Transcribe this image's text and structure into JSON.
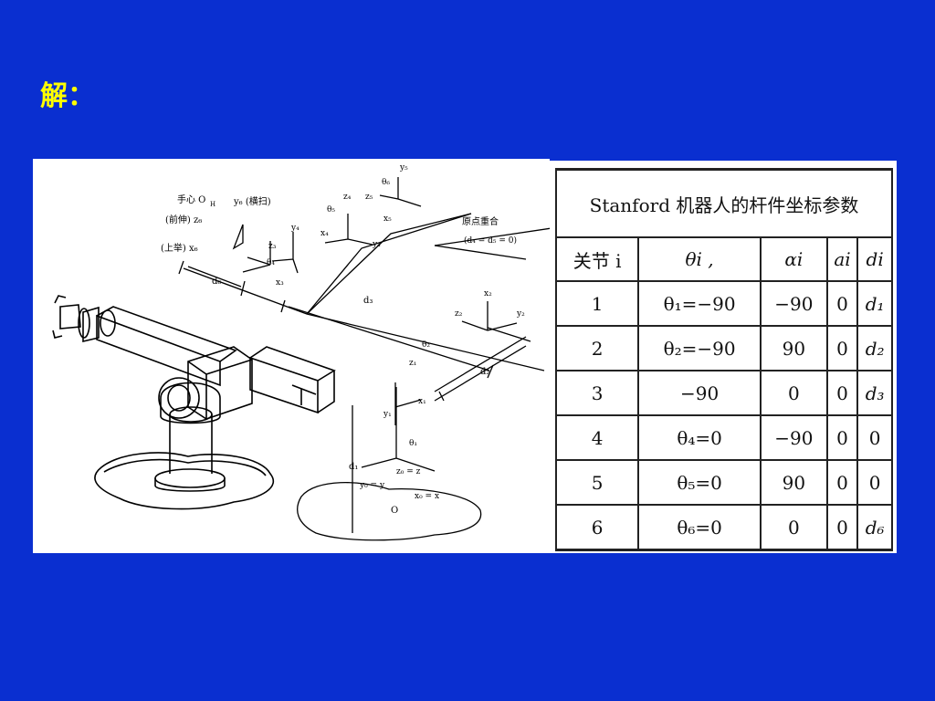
{
  "slide": {
    "title": "解："
  },
  "figure": {
    "labels": {
      "hand_center": "手心 O",
      "hand_center_sub": "H",
      "y6_sweep": "y₆ (横扫)",
      "z6_extend": "(前伸) z₆",
      "x6_lift": "(上举) x₆",
      "y4": "y₄",
      "z3": "z₃",
      "theta4": "θ₄",
      "x3": "x₃",
      "d6": "d₆",
      "d3": "d₃",
      "z4": "z₄",
      "theta5": "θ₅",
      "x4": "x₄",
      "y4b": "y₄",
      "z5": "z₅",
      "x5": "x₅",
      "y5": "y₅",
      "theta6": "θ₆",
      "origin_coincide": "原点重合",
      "origin_eq": "(d₄ = d₅ = 0)",
      "x2": "x₂",
      "z2": "z₂",
      "y2": "y₂",
      "theta2": "θ₂",
      "d2": "d₂",
      "z1": "z₁",
      "x1": "x₁",
      "y1": "y₁",
      "theta1": "θ₁",
      "d1": "d₁",
      "z0": "z₀ = z",
      "y0": "y₀ = y",
      "x0": "x₀ = x",
      "O": "O"
    }
  },
  "table": {
    "caption": "Stanford 机器人的杆件坐标参数",
    "headers": [
      "关节 i",
      "θi  ,",
      "αi",
      "ai",
      "di"
    ],
    "rows": [
      [
        "1",
        "θ₁=−90",
        "−90",
        "0",
        "d₁"
      ],
      [
        "2",
        "θ₂=−90",
        "90",
        "0",
        "d₂"
      ],
      [
        "3",
        "−90",
        "0",
        "0",
        "d₃"
      ],
      [
        "4",
        "θ₄=0",
        "−90",
        "0",
        "0"
      ],
      [
        "5",
        "θ₅=0",
        "90",
        "0",
        "0"
      ],
      [
        "6",
        "θ₆=0",
        "0",
        "0",
        "d₆"
      ]
    ]
  }
}
